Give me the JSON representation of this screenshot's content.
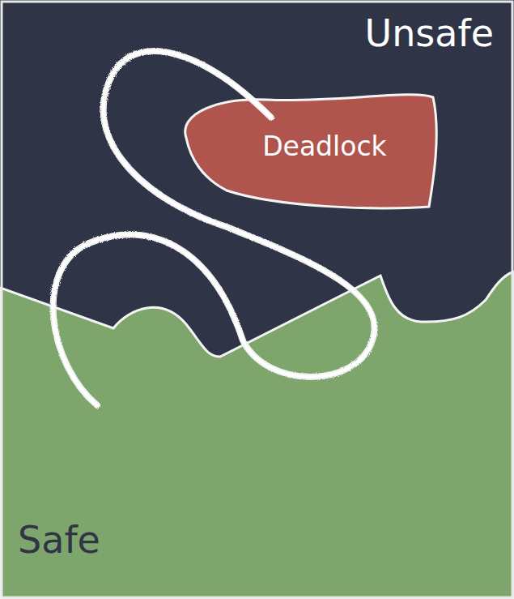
{
  "diagram": {
    "nodes": [
      {
        "text": [
          "Unsafe"
        ]
      },
      {
        "text": [
          "Deadlock"
        ],
        "in": 0
      },
      {
        "text": [
          "Safe"
        ]
      }
    ]
  }
}
